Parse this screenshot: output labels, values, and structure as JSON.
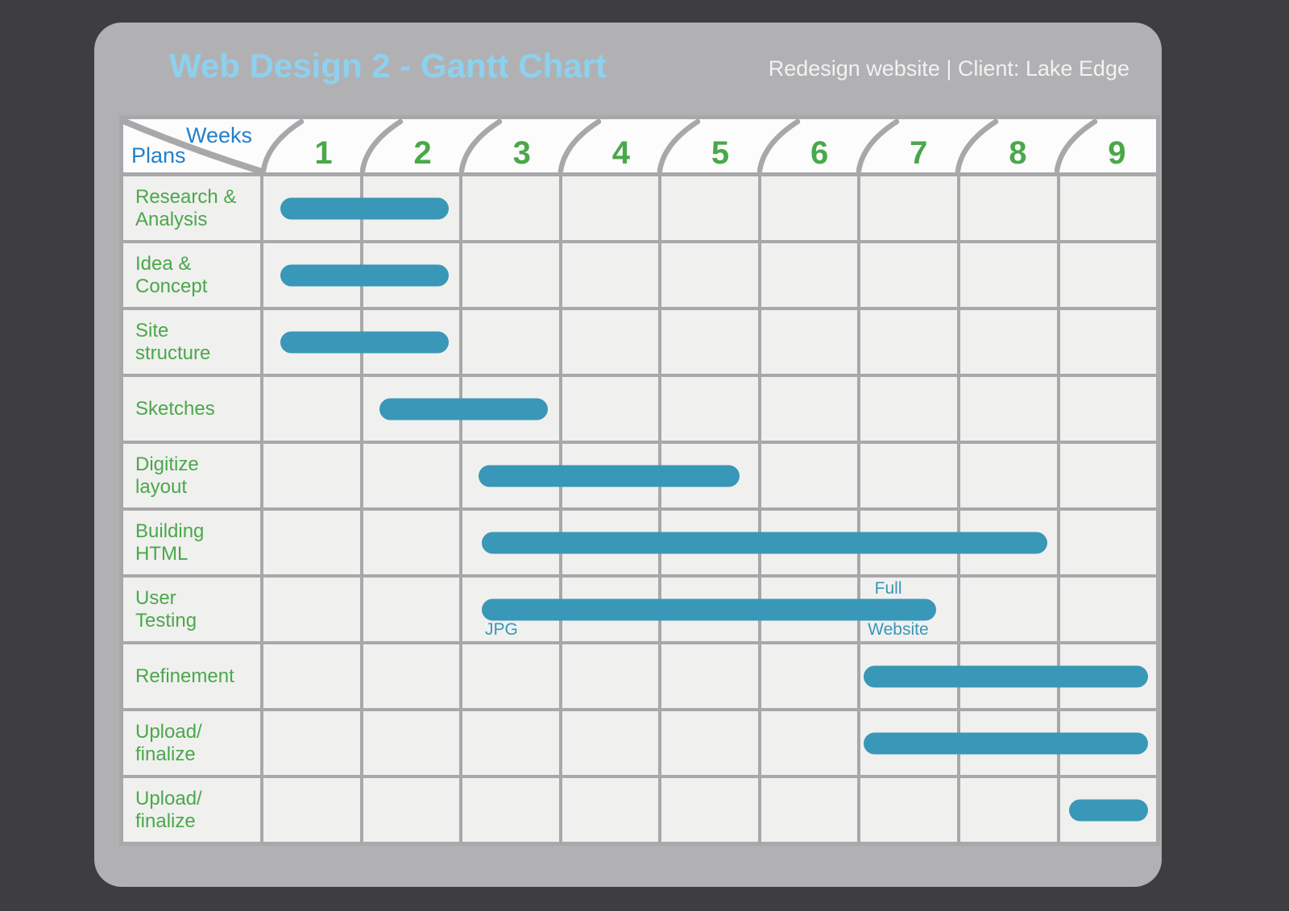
{
  "header": {
    "title": "Web Design 2 - Gantt Chart",
    "subtitle": "Redesign website | Client: Lake Edge"
  },
  "colors": {
    "page_background": "#3E3E40",
    "card_background": "#B1B1B4",
    "title_blue": "#8DD1EE",
    "axis_label_blue": "#2280CB",
    "task_green": "#4AA84A",
    "bar_teal": "#3997B7",
    "grid_gray": "#A8A8AB",
    "cell_background": "#F0F0EF",
    "header_background": "#FCFCFC"
  },
  "chart_data": {
    "type": "gantt",
    "title": "Web Design 2 - Gantt Chart",
    "subtitle": "Redesign website | Client: Lake Edge",
    "x_axis_label": "Weeks",
    "y_axis_label": "Plans",
    "x_range": [
      1,
      9
    ],
    "grid": true,
    "weeks": [
      "1",
      "2",
      "3",
      "4",
      "5",
      "6",
      "7",
      "8",
      "9"
    ],
    "tasks": [
      {
        "label": "Research &\nAnalysis",
        "bar": {
          "start_week": 1.17,
          "end_week": 2.87
        }
      },
      {
        "label": "Idea &\nConcept",
        "bar": {
          "start_week": 1.17,
          "end_week": 2.87
        }
      },
      {
        "label": "Site\nstructure",
        "bar": {
          "start_week": 1.17,
          "end_week": 2.87
        }
      },
      {
        "label": "Sketches",
        "bar": {
          "start_week": 2.17,
          "end_week": 3.87
        }
      },
      {
        "label": "Digitize\nlayout",
        "bar": {
          "start_week": 3.17,
          "end_week": 5.8
        }
      },
      {
        "label": "Building\nHTML",
        "bar": {
          "start_week": 3.2,
          "end_week": 8.9
        }
      },
      {
        "label": "User\nTesting",
        "bar": {
          "start_week": 3.2,
          "end_week": 7.78
        },
        "annotations": [
          {
            "text": "JPG",
            "week": 3.4,
            "position": "below"
          },
          {
            "text": "Full",
            "week": 7.3,
            "position": "above"
          },
          {
            "text": "Website",
            "week": 7.4,
            "position": "below"
          }
        ]
      },
      {
        "label": "Refinement",
        "bar": {
          "start_week": 7.05,
          "end_week": 9.92
        }
      },
      {
        "label": "Upload/\nfinalize",
        "bar": {
          "start_week": 7.05,
          "end_week": 9.92
        }
      },
      {
        "label": "Upload/\nfinalize",
        "bar": {
          "start_week": 9.12,
          "end_week": 9.92
        }
      }
    ]
  }
}
